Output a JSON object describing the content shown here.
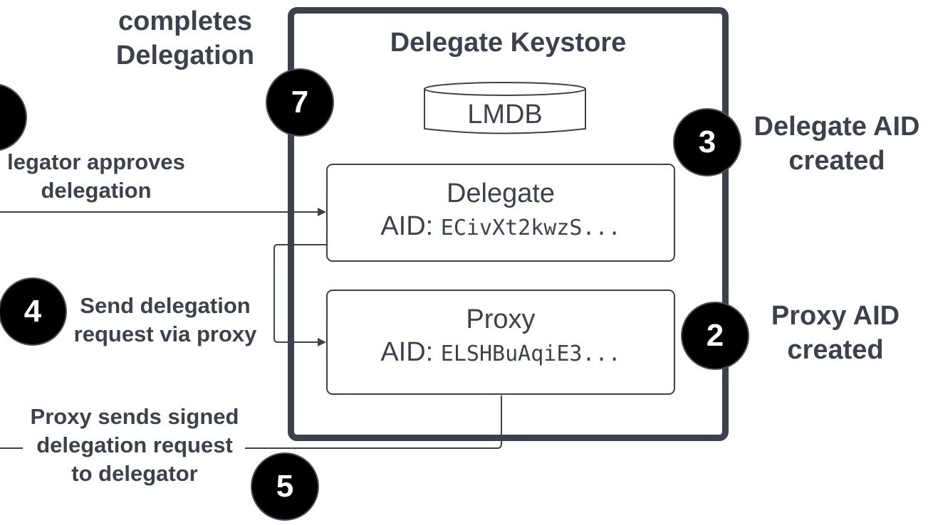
{
  "keystore": {
    "title": "Delegate Keystore",
    "db_label": "LMDB"
  },
  "delegate_card": {
    "name": "Delegate",
    "aid_prefix": "AID:",
    "aid_value": "ECivXt2kwzS..."
  },
  "proxy_card": {
    "name": "Proxy",
    "aid_prefix": "AID:",
    "aid_value": "ELSHBuAqiE3..."
  },
  "steps": {
    "s2": {
      "number": "2",
      "line1": "Proxy AID",
      "line2": "created"
    },
    "s3": {
      "number": "3",
      "line1": "Delegate AID",
      "line2": "created"
    },
    "s4": {
      "number": "4",
      "line1": "Send delegation",
      "line2": "request via proxy"
    },
    "s5": {
      "number": "5",
      "line1": "Proxy sends signed",
      "line2": "delegation request",
      "line3": "to delegator"
    },
    "s6": {
      "line1": "legator approves",
      "line2": "delegation"
    },
    "s7": {
      "number": "7",
      "line1": "completes",
      "line2": "Delegation"
    }
  }
}
